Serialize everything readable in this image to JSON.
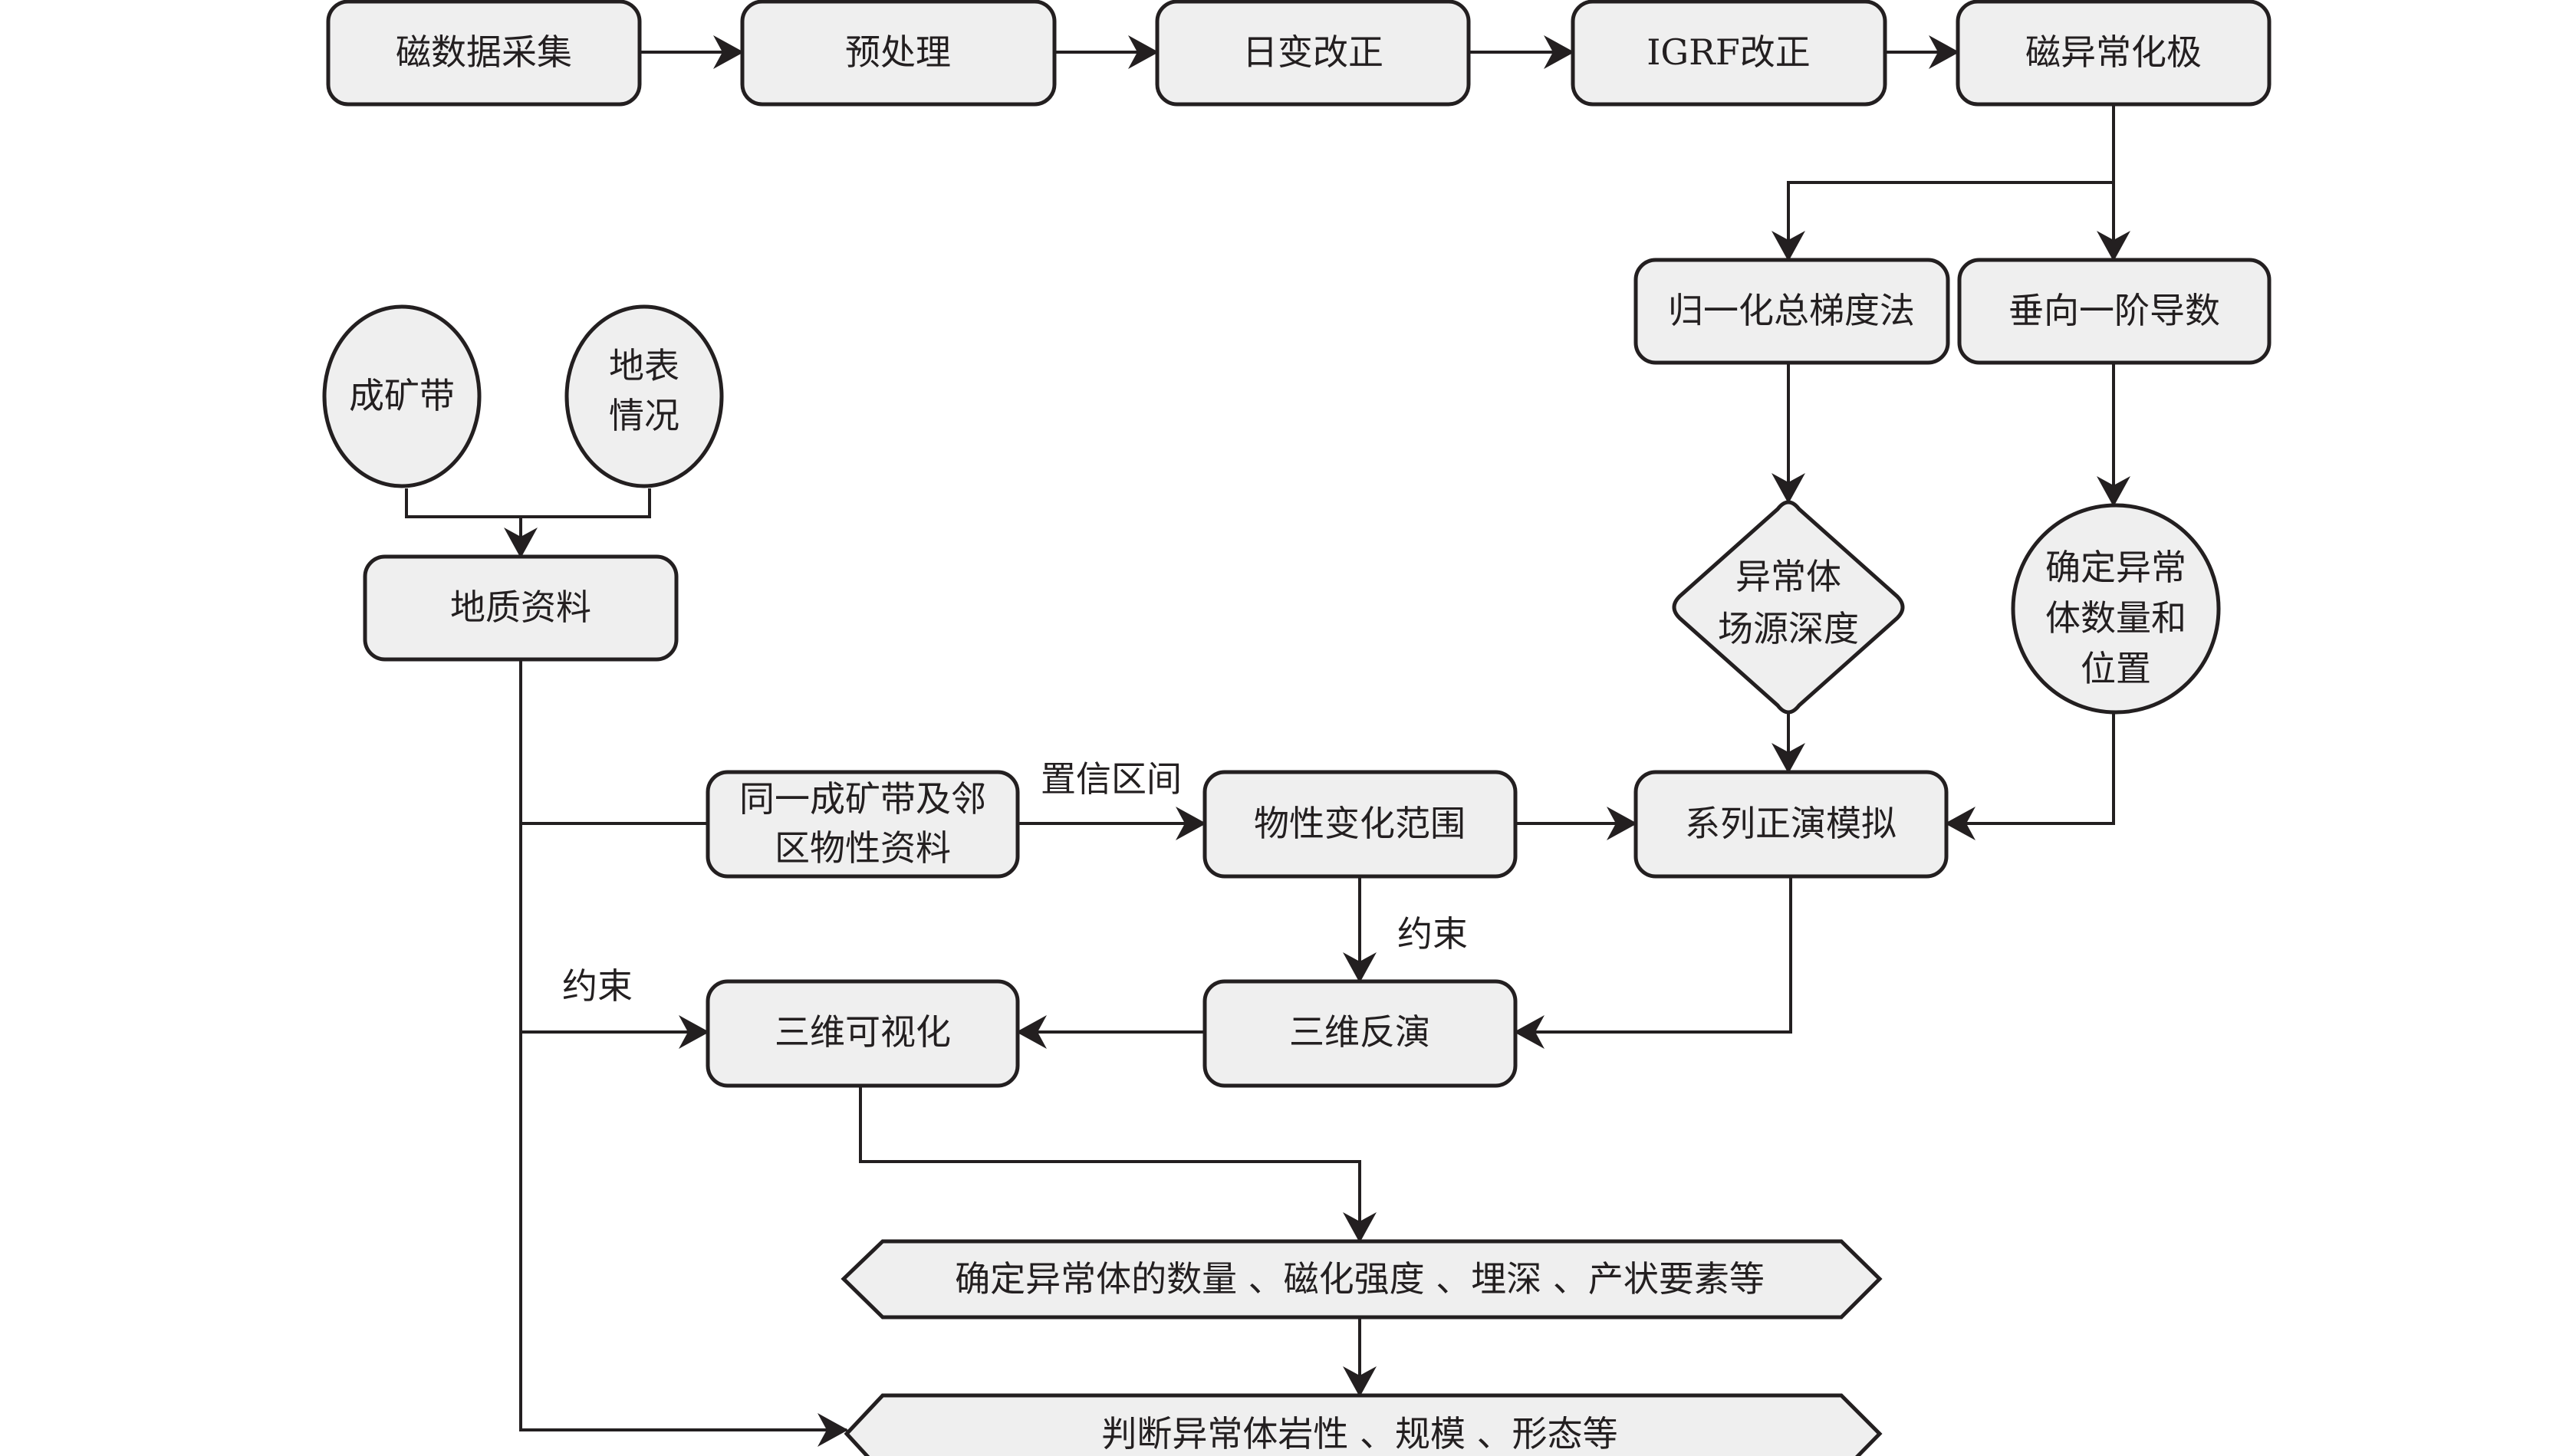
{
  "diagram": {
    "nodes": {
      "mag_data_acquisition": {
        "lines": [
          "磁数据采集"
        ],
        "shape": "rounded-rect"
      },
      "preprocessing": {
        "lines": [
          "预处理"
        ],
        "shape": "rounded-rect"
      },
      "diurnal_correction": {
        "lines": [
          "日变改正"
        ],
        "shape": "rounded-rect"
      },
      "igrf_correction": {
        "lines": [
          "IGRF改正"
        ],
        "shape": "rounded-rect"
      },
      "reduction_to_pole": {
        "lines": [
          "磁异常化极"
        ],
        "shape": "rounded-rect"
      },
      "normalized_total_gradient": {
        "lines": [
          "归一化总梯度法"
        ],
        "shape": "rounded-rect"
      },
      "vertical_first_derivative": {
        "lines": [
          "垂向一阶导数"
        ],
        "shape": "rounded-rect"
      },
      "anomaly_source_depth": {
        "lines": [
          "异常体",
          "场源深度"
        ],
        "shape": "diamond"
      },
      "anomaly_count_position": {
        "lines": [
          "确定异常",
          "体数量和",
          "位置"
        ],
        "shape": "ellipse"
      },
      "metallogenic_belt": {
        "lines": [
          "成矿带"
        ],
        "shape": "ellipse"
      },
      "surface_conditions": {
        "lines": [
          "地表",
          "情况"
        ],
        "shape": "ellipse"
      },
      "geological_data": {
        "lines": [
          "地质资料"
        ],
        "shape": "rounded-rect"
      },
      "physical_property_data": {
        "lines": [
          "同一成矿带及邻",
          "区物性资料"
        ],
        "shape": "rounded-rect"
      },
      "property_variation_range": {
        "lines": [
          "物性变化范围"
        ],
        "shape": "rounded-rect"
      },
      "forward_modeling": {
        "lines": [
          "系列正演模拟"
        ],
        "shape": "rounded-rect"
      },
      "visualization_3d": {
        "lines": [
          "三维可视化"
        ],
        "shape": "rounded-rect"
      },
      "inversion_3d": {
        "lines": [
          "三维反演"
        ],
        "shape": "rounded-rect"
      },
      "determine_parameters": {
        "lines": [
          "确定异常体的数量 、磁化强度 、埋深 、产状要素等"
        ],
        "shape": "hexagon"
      },
      "judge_lithology": {
        "lines": [
          "判断异常体岩性 、规模 、形态等"
        ],
        "shape": "hexagon"
      }
    },
    "edge_labels": {
      "confidence_interval": "置信区间",
      "constraint_1": "约束",
      "constraint_2": "约束"
    },
    "edges": [
      {
        "from": "mag_data_acquisition",
        "to": "preprocessing"
      },
      {
        "from": "preprocessing",
        "to": "diurnal_correction"
      },
      {
        "from": "diurnal_correction",
        "to": "igrf_correction"
      },
      {
        "from": "igrf_correction",
        "to": "reduction_to_pole"
      },
      {
        "from": "reduction_to_pole",
        "to": "normalized_total_gradient"
      },
      {
        "from": "reduction_to_pole",
        "to": "vertical_first_derivative"
      },
      {
        "from": "normalized_total_gradient",
        "to": "anomaly_source_depth"
      },
      {
        "from": "vertical_first_derivative",
        "to": "anomaly_count_position"
      },
      {
        "from": "anomaly_source_depth",
        "to": "forward_modeling"
      },
      {
        "from": "anomaly_count_position",
        "to": "forward_modeling"
      },
      {
        "from": "metallogenic_belt",
        "to": "geological_data"
      },
      {
        "from": "surface_conditions",
        "to": "geological_data"
      },
      {
        "from": "geological_data",
        "to": "physical_property_data"
      },
      {
        "from": "physical_property_data",
        "to": "property_variation_range",
        "label": "置信区间"
      },
      {
        "from": "property_variation_range",
        "to": "forward_modeling"
      },
      {
        "from": "property_variation_range",
        "to": "inversion_3d",
        "label": "约束"
      },
      {
        "from": "forward_modeling",
        "to": "inversion_3d"
      },
      {
        "from": "inversion_3d",
        "to": "visualization_3d"
      },
      {
        "from": "geological_data",
        "to": "visualization_3d",
        "label": "约束"
      },
      {
        "from": "visualization_3d",
        "to": "determine_parameters"
      },
      {
        "from": "determine_parameters",
        "to": "judge_lithology"
      },
      {
        "from": "geological_data",
        "to": "judge_lithology"
      }
    ]
  }
}
